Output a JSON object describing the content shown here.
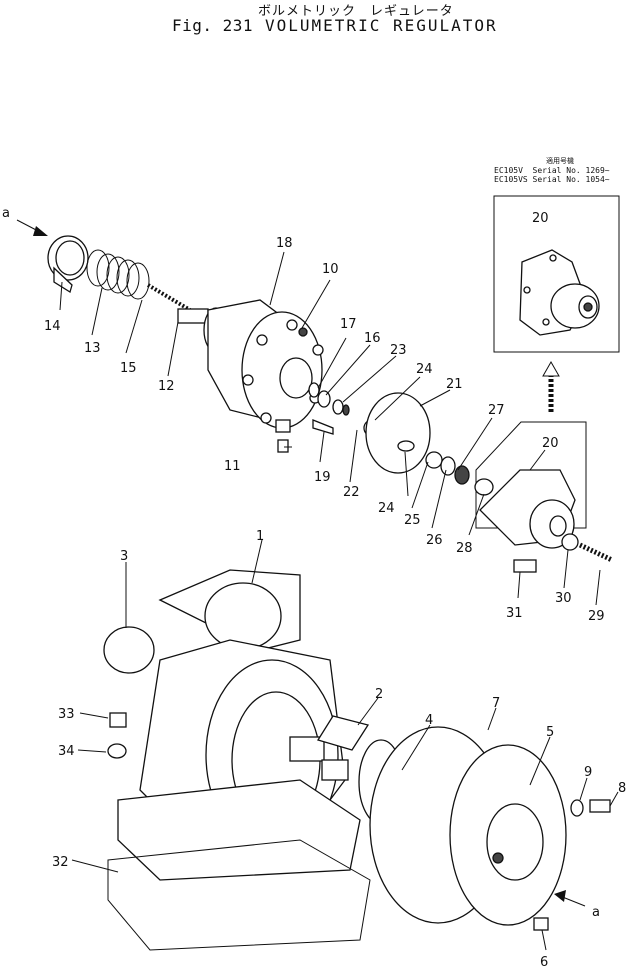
{
  "header": {
    "jp_title": "ボルメトリック　レギュレータ",
    "fig_label": "Fig. 231",
    "fig_name": "VOLUMETRIC REGULATOR"
  },
  "serial_note": {
    "jp_heading": "適用号機",
    "rows": [
      {
        "model": "EC105V",
        "serial": "Serial No. 1269~"
      },
      {
        "model": "EC105VS",
        "serial": "Serial No. 1054~"
      }
    ]
  },
  "callouts": [
    {
      "id": "a-top",
      "text": "a"
    },
    {
      "id": "a-bottom",
      "text": "a"
    },
    {
      "id": "p1",
      "text": "1"
    },
    {
      "id": "p2",
      "text": "2"
    },
    {
      "id": "p3",
      "text": "3"
    },
    {
      "id": "p4",
      "text": "4"
    },
    {
      "id": "p5",
      "text": "5"
    },
    {
      "id": "p6",
      "text": "6"
    },
    {
      "id": "p7",
      "text": "7"
    },
    {
      "id": "p8",
      "text": "8"
    },
    {
      "id": "p9",
      "text": "9"
    },
    {
      "id": "p10",
      "text": "10"
    },
    {
      "id": "p11",
      "text": "11"
    },
    {
      "id": "p12",
      "text": "12"
    },
    {
      "id": "p13",
      "text": "13"
    },
    {
      "id": "p14",
      "text": "14"
    },
    {
      "id": "p15",
      "text": "15"
    },
    {
      "id": "p16",
      "text": "16"
    },
    {
      "id": "p17",
      "text": "17"
    },
    {
      "id": "p18",
      "text": "18"
    },
    {
      "id": "p19",
      "text": "19"
    },
    {
      "id": "p20a",
      "text": "20"
    },
    {
      "id": "p20b",
      "text": "20"
    },
    {
      "id": "p21",
      "text": "21"
    },
    {
      "id": "p22",
      "text": "22"
    },
    {
      "id": "p23",
      "text": "23"
    },
    {
      "id": "p24a",
      "text": "24"
    },
    {
      "id": "p24b",
      "text": "24"
    },
    {
      "id": "p25",
      "text": "25"
    },
    {
      "id": "p26",
      "text": "26"
    },
    {
      "id": "p27",
      "text": "27"
    },
    {
      "id": "p28",
      "text": "28"
    },
    {
      "id": "p29",
      "text": "29"
    },
    {
      "id": "p30",
      "text": "30"
    },
    {
      "id": "p31",
      "text": "31"
    },
    {
      "id": "p32",
      "text": "32"
    },
    {
      "id": "p33",
      "text": "33"
    },
    {
      "id": "p34",
      "text": "34"
    }
  ]
}
